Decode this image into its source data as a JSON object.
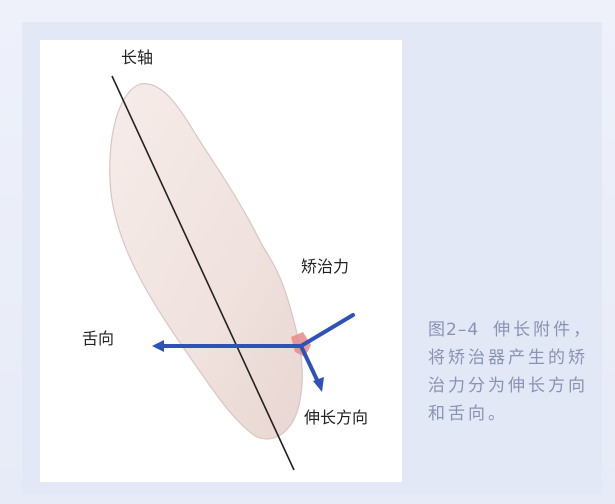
{
  "labels": {
    "long_axis": "长轴",
    "correction_force": "矫治力",
    "lingual": "舌向",
    "extrusion": "伸长方向"
  },
  "caption": {
    "figure_number": "图2–4",
    "text": "伸长附件，将矫治器产生的矫治力分为伸长方向和舌向。"
  },
  "colors": {
    "arrow": "#2f52b8",
    "attachment": "#e58a8a",
    "tooth_fill": "#f2e6e3",
    "tooth_stroke": "#d7c4bf",
    "axis": "#222222"
  }
}
